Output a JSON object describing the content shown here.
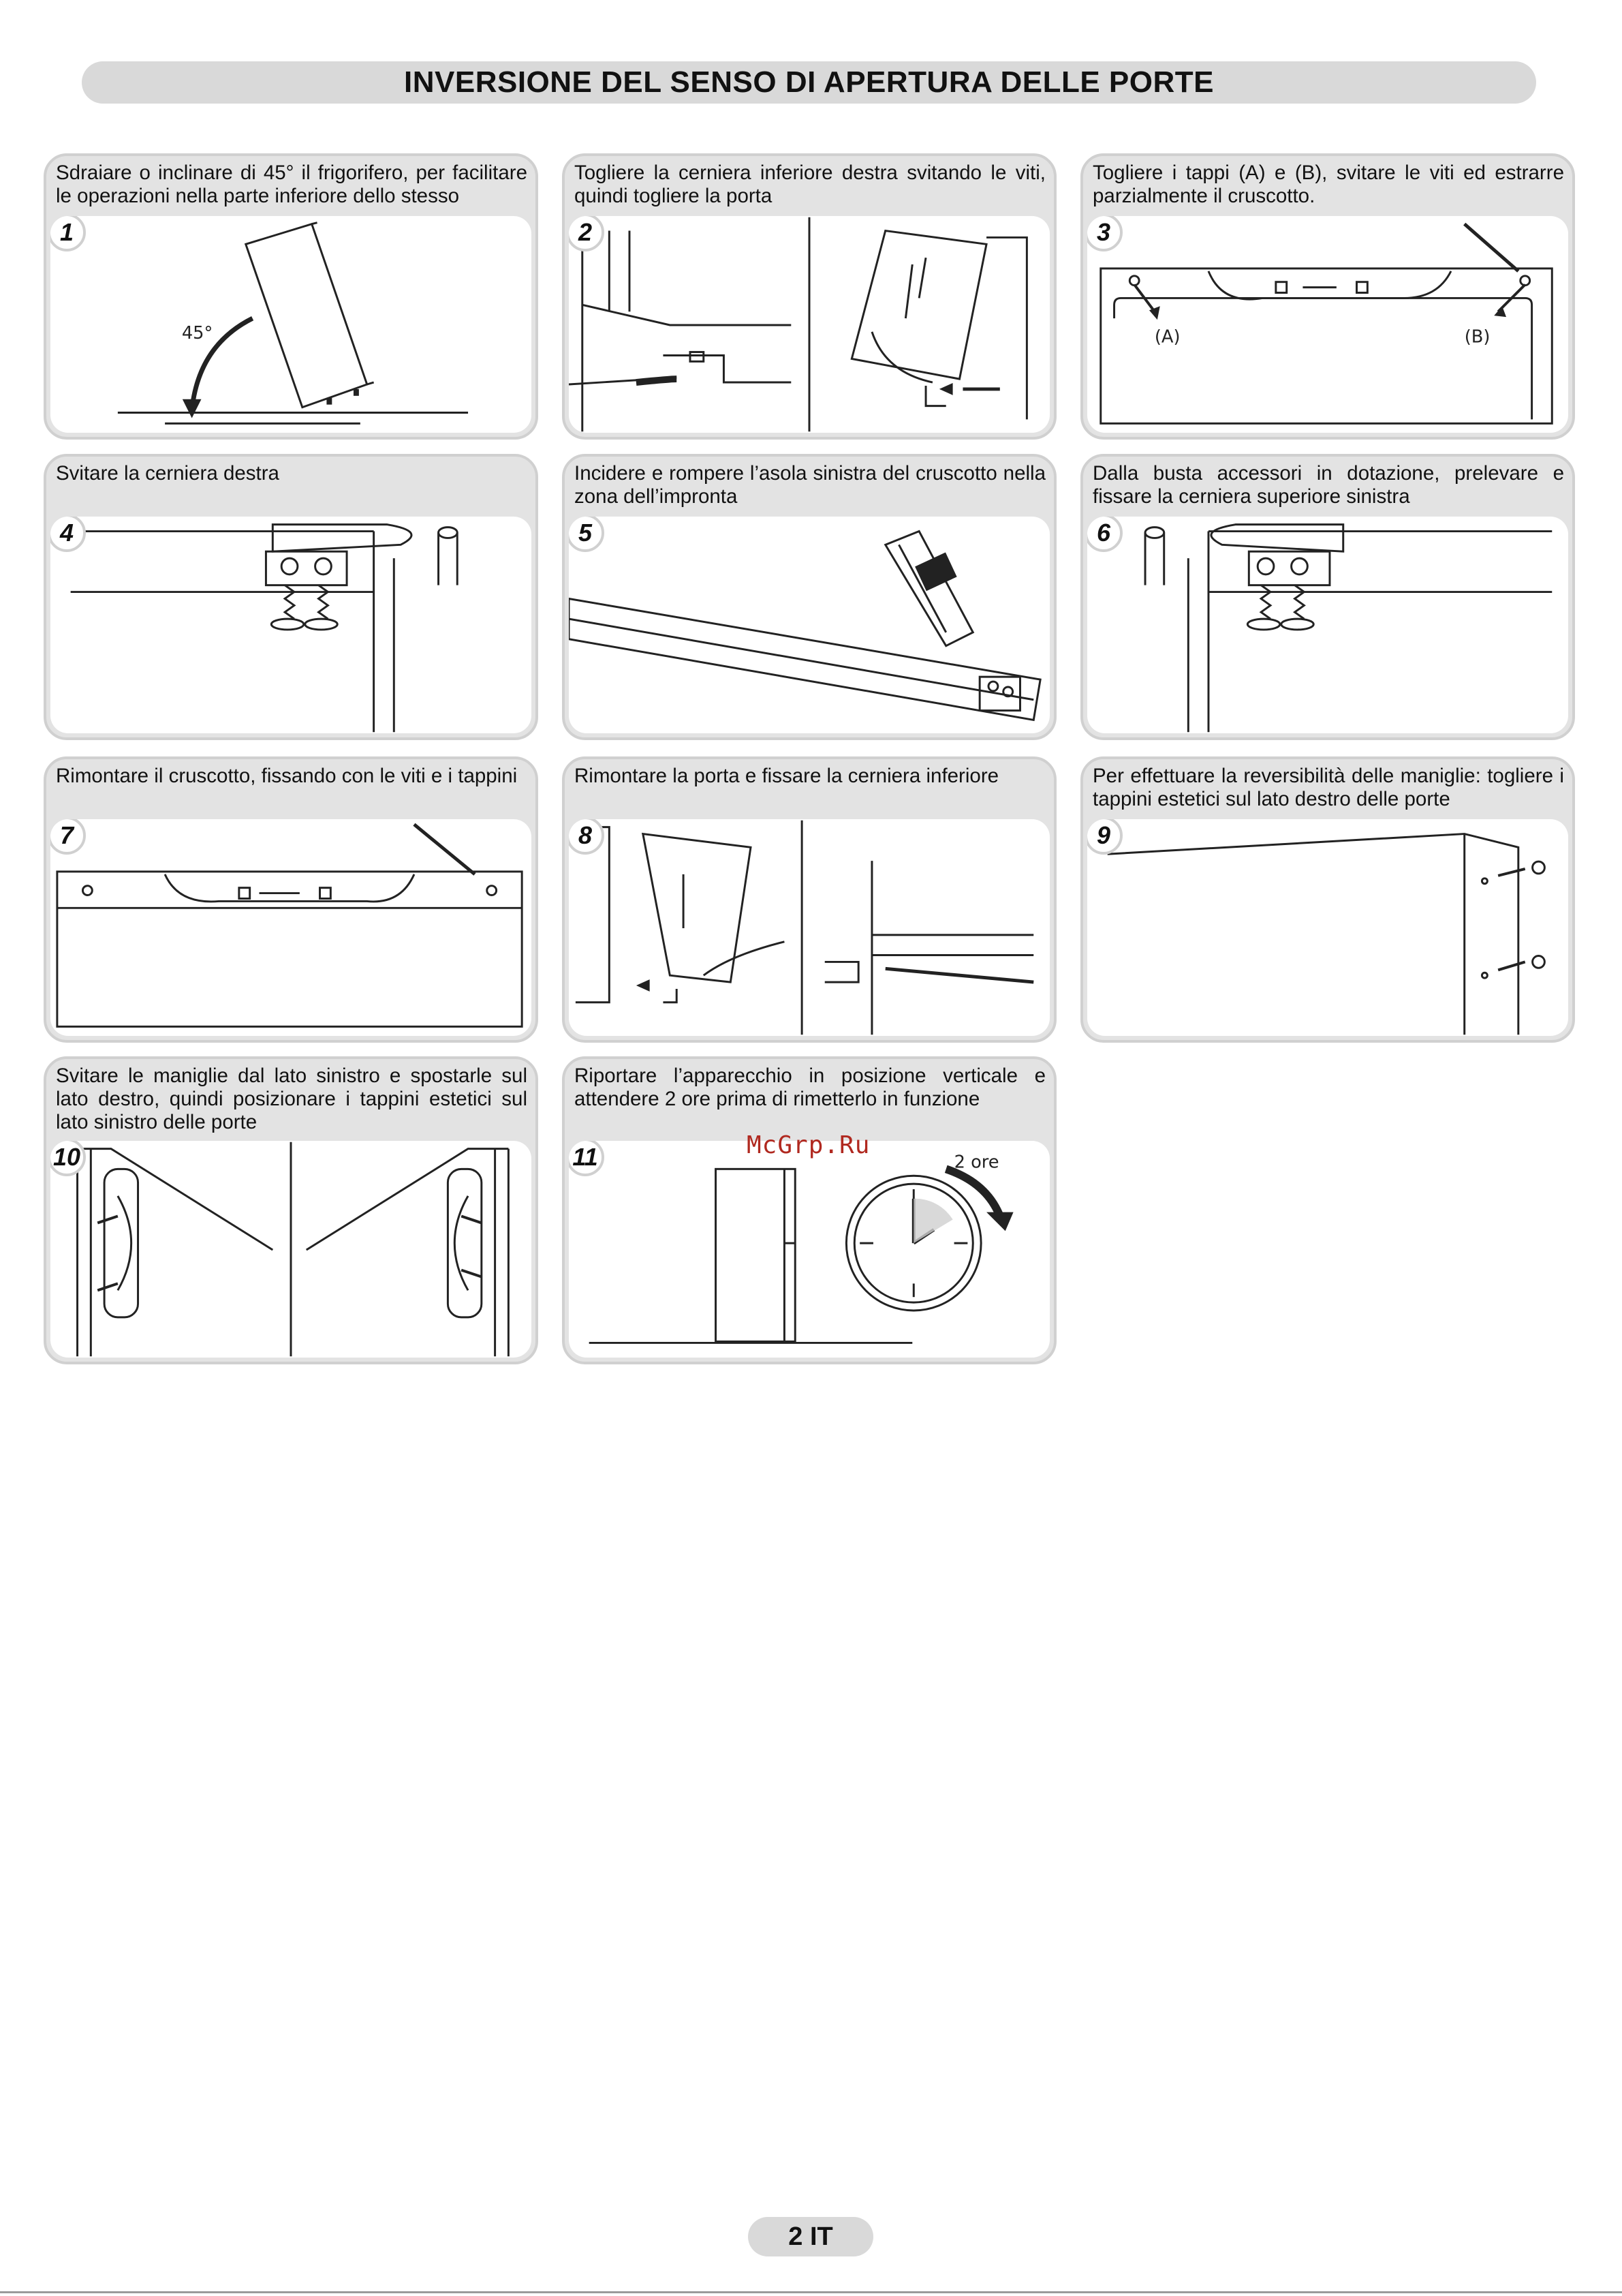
{
  "header": {
    "title": "INVERSIONE DEL SENSO DI APERTURA DELLE PORTE"
  },
  "steps": [
    {
      "number": "1",
      "caption": "Sdraiare o inclinare di 45° il frigorifero, per facilitare le operazioni nella parte inferiore dello stesso",
      "angle_label": "45°"
    },
    {
      "number": "2",
      "caption": "Togliere la cerniera inferiore destra svitando le viti, quindi togliere la porta"
    },
    {
      "number": "3",
      "caption": "Togliere i tappi (A) e (B), svitare le viti ed estrarre parzialmente il cruscotto.",
      "label_a": "(A)",
      "label_b": "(B)"
    },
    {
      "number": "4",
      "caption": "Svitare la cerniera destra"
    },
    {
      "number": "5",
      "caption": "Incidere e rompere l’asola sinistra del cruscotto nella zona dell’impronta"
    },
    {
      "number": "6",
      "caption": "Dalla busta accessori in dotazione, prelevare e fissare la cerniera superiore sinistra"
    },
    {
      "number": "7",
      "caption": "Rimontare il cruscotto, fissando con le viti e i tappini"
    },
    {
      "number": "8",
      "caption": "Rimontare la porta e fissare la cerniera inferiore"
    },
    {
      "number": "9",
      "caption": "Per effettuare la reversibilità delle maniglie: togliere i tappini estetici sul lato destro delle porte"
    },
    {
      "number": "10",
      "caption": "Svitare le maniglie dal lato sinistro e spostarle sul lato destro, quindi posizionare i tappini estetici sul lato sinistro delle porte"
    },
    {
      "number": "11",
      "caption": "Riportare l’apparecchio in posizione verticale e attendere 2 ore prima di rimetterlo in funzione",
      "time_label": "2 ore"
    }
  ],
  "watermark": "McGrp.Ru",
  "footer": {
    "page_label": "2 IT"
  }
}
